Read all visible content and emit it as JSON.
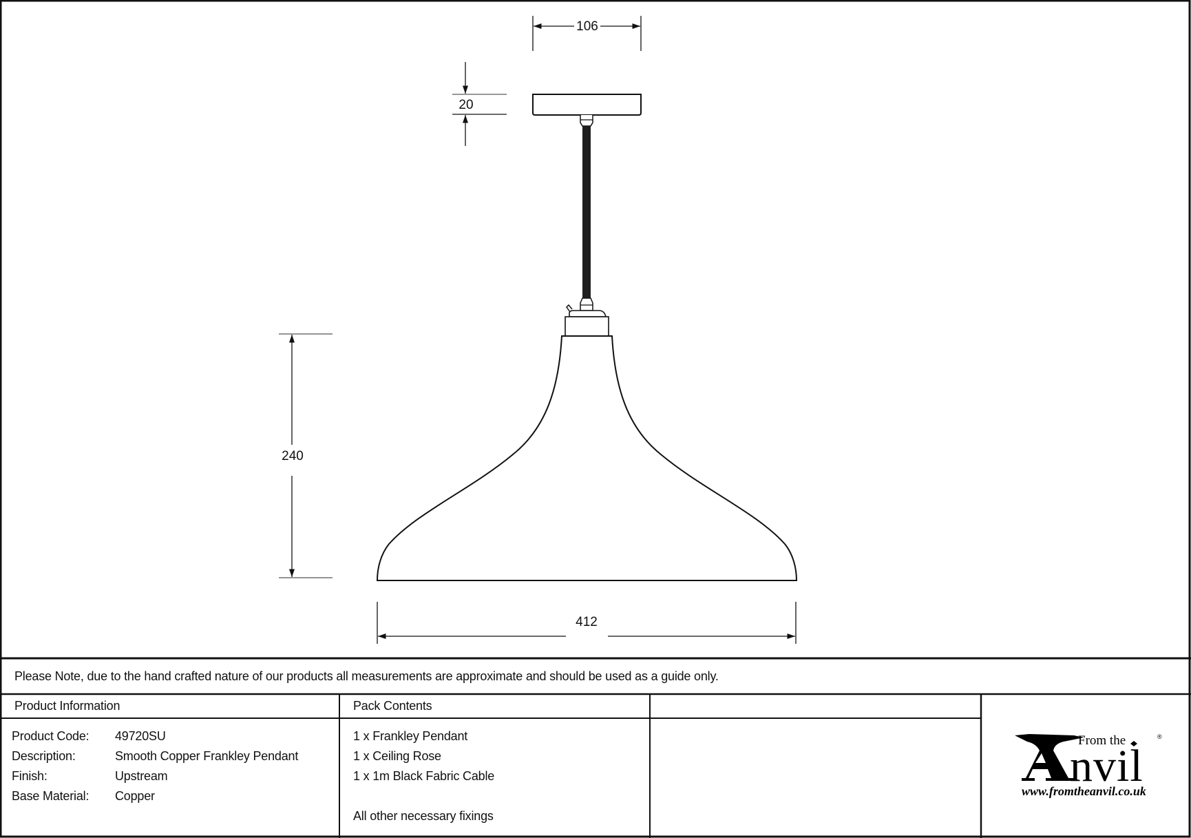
{
  "drawing": {
    "title": "Smooth Copper Frankley Pendant technical drawing",
    "dimensions": {
      "ceiling_rose_width": "106",
      "ceiling_rose_height": "20",
      "shade_height": "240",
      "shade_width": "412"
    },
    "colors": {
      "line": "#111111",
      "cable": "#1e1e1e",
      "background": "#ffffff"
    }
  },
  "note": {
    "text": "Please Note, due to the hand crafted nature of our products all measurements are approximate and should be used as a guide only."
  },
  "product_info": {
    "header": "Product Information",
    "rows": [
      {
        "label": "Product Code:",
        "value": "49720SU"
      },
      {
        "label": "Description:",
        "value": "Smooth Copper Frankley Pendant"
      },
      {
        "label": "Finish:",
        "value": "Upstream"
      },
      {
        "label": "Base Material:",
        "value": "Copper"
      }
    ]
  },
  "pack_contents": {
    "header": "Pack Contents",
    "items": [
      "1 x Frankley Pendant",
      "1 x Ceiling Rose",
      "1 x 1m Black Fabric Cable",
      "All other necessary fixings"
    ]
  },
  "extra_column": {
    "header": "",
    "body": ""
  },
  "logo": {
    "from_the": "From the",
    "initial": "A",
    "rest": "nvil",
    "registered": "®",
    "url": "www.fromtheanvil.co.uk"
  }
}
